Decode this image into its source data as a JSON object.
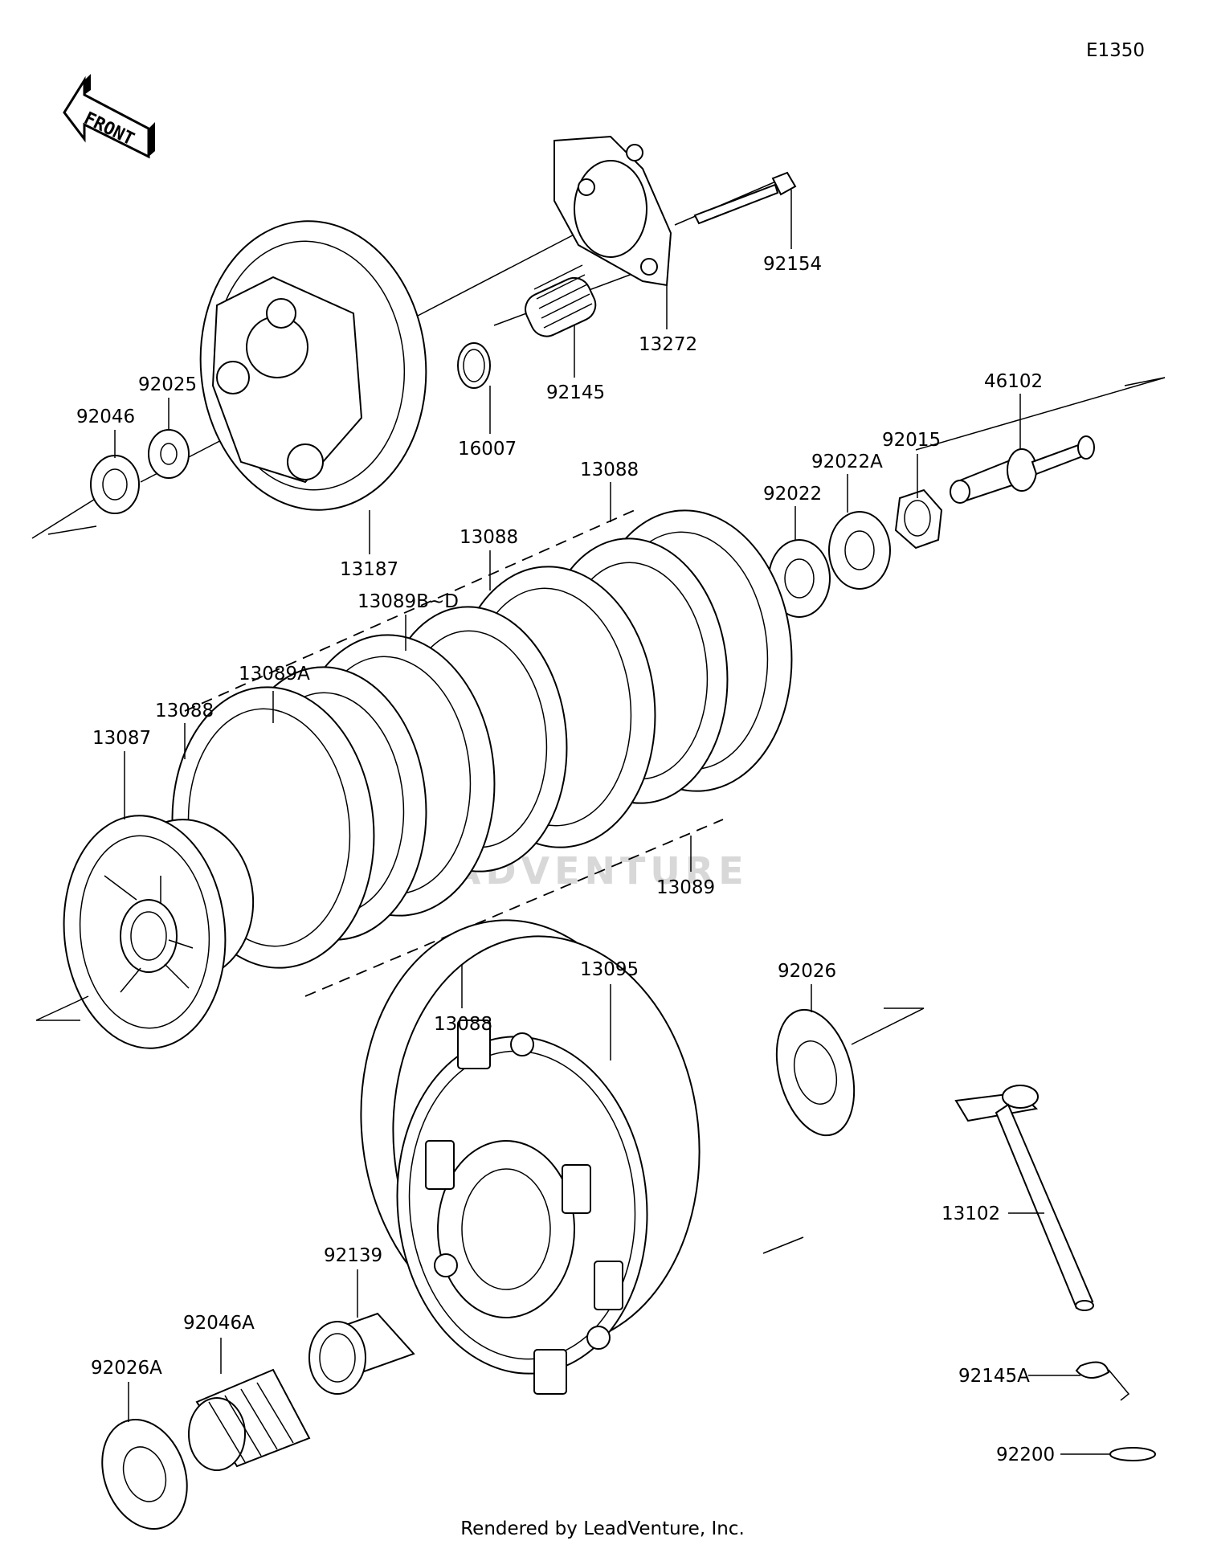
{
  "diagram_code": "E1350",
  "front_label": "FRONT",
  "watermark": "LEADVENTURE",
  "footer": "Rendered by LeadVenture, Inc.",
  "parts": {
    "p92154": "92154",
    "p13272": "13272",
    "p92145": "92145",
    "p16007": "16007",
    "p92025": "92025",
    "p92046": "92046",
    "p13187": "13187",
    "p46102": "46102",
    "p92015": "92015",
    "p92022A": "92022A",
    "p92022": "92022",
    "p13088_top": "13088",
    "p13088_mid": "13088",
    "p13089BD": "13089B~D",
    "p13089A": "13089A",
    "p13088_left": "13088",
    "p13087": "13087",
    "p13089": "13089",
    "p13088_bottom": "13088",
    "p13095": "13095",
    "p92026": "92026",
    "p13102": "13102",
    "p92139": "92139",
    "p92046A": "92046A",
    "p92026A": "92026A",
    "p92145A": "92145A",
    "p92200": "92200"
  }
}
